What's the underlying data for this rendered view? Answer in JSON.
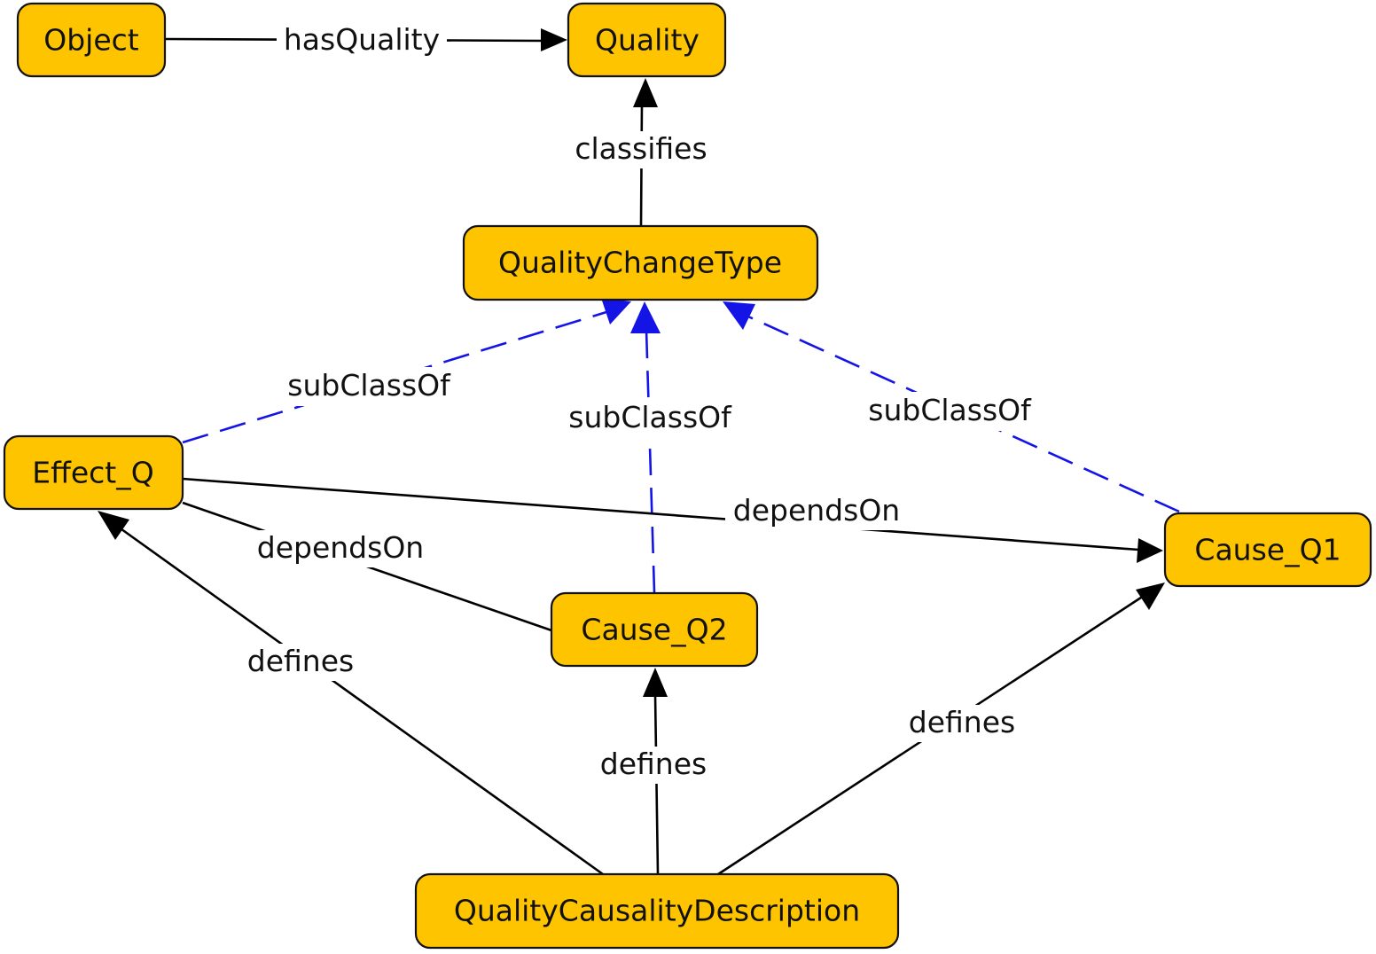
{
  "colors": {
    "node_fill": "#FFC400",
    "node_stroke": "#111111",
    "edge": "#000000",
    "subclass_edge": "#1414E6"
  },
  "nodes": {
    "object": "Object",
    "quality": "Quality",
    "quality_change_type": "QualityChangeType",
    "effect_q": "Effect_Q",
    "cause_q1": "Cause_Q1",
    "cause_q2": "Cause_Q2",
    "quality_causality_description": "QualityCausalityDescription"
  },
  "edges": {
    "has_quality": {
      "label": "hasQuality",
      "style": "solid"
    },
    "classifies": {
      "label": "classifies",
      "style": "solid"
    },
    "subclass_effect": {
      "label": "subClassOf",
      "style": "dashed"
    },
    "subclass_cause2": {
      "label": "subClassOf",
      "style": "dashed"
    },
    "subclass_cause1": {
      "label": "subClassOf",
      "style": "dashed"
    },
    "depends_on_cause1": {
      "label": "dependsOn",
      "style": "solid"
    },
    "depends_on_cause2": {
      "label": "dependsOn",
      "style": "solid"
    },
    "defines_effect": {
      "label": "defines",
      "style": "solid"
    },
    "defines_cause2": {
      "label": "defines",
      "style": "solid"
    },
    "defines_cause1": {
      "label": "defines",
      "style": "solid"
    }
  }
}
